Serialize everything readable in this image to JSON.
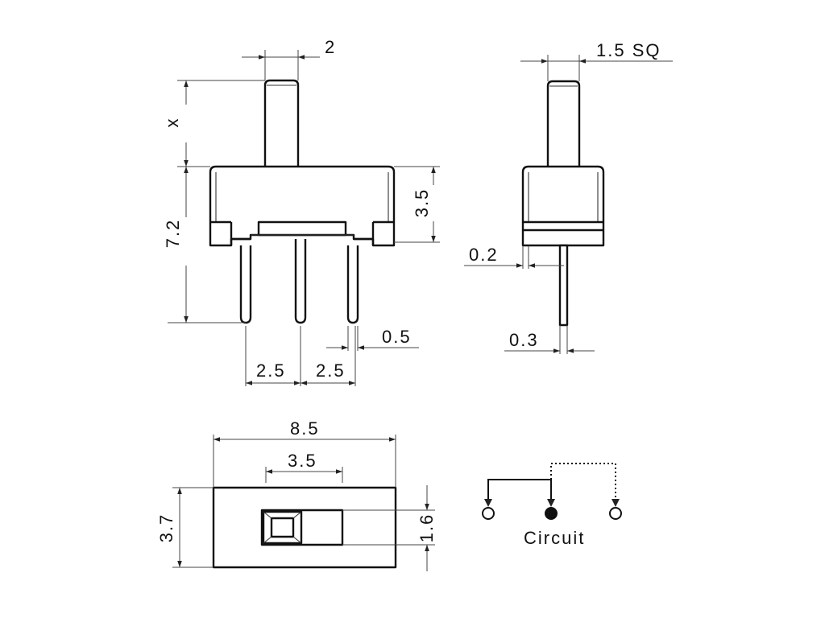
{
  "dimensions": {
    "front_stem_width": "2",
    "side_stem_width": "1.5 SQ",
    "stem_height": "x",
    "total_height": "7.2",
    "body_height": "3.5",
    "pin_pitch_left": "2.5",
    "pin_pitch_right": "2.5",
    "pin_width": "0.5",
    "frame_thickness": "0.2",
    "pin_thickness": "0.3",
    "top_length": "8.5",
    "slot_length": "3.5",
    "top_width": "3.7",
    "slot_width": "1.6"
  },
  "circuit": {
    "label": "Circuit"
  },
  "colors": {
    "line": "#111111",
    "background": "#ffffff"
  }
}
